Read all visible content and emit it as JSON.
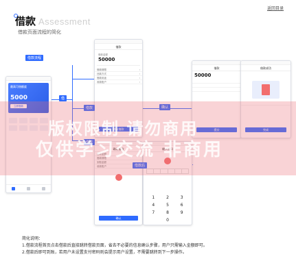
{
  "header": {
    "title_cn": "借款",
    "title_en": "Assessment",
    "subtitle": "借款页面流程的简化",
    "corner_link": "返回目录"
  },
  "home": {
    "banner_title": "最高可借额度",
    "amount": "5000",
    "cta": "立即借款"
  },
  "amount_page": {
    "nav": "借款",
    "label": "借款金额",
    "amount": "50000",
    "rows": [
      "借款期限",
      "还款方式",
      "借款用途",
      "收款账户"
    ],
    "button": "确认借款"
  },
  "confirm_page": {
    "nav": "确认借款",
    "rows": [
      "借款金额",
      "借款期限",
      "到账金额",
      "收款账户"
    ],
    "button": "确认"
  },
  "password_page": {
    "nav": "输入密码",
    "keys": [
      "1",
      "2",
      "3",
      "4",
      "5",
      "6",
      "7",
      "8",
      "9",
      "",
      "0",
      ""
    ]
  },
  "result_page": {
    "nav": "借款",
    "amount": "50000",
    "button": "提交"
  },
  "success_page": {
    "nav": "借款成功",
    "button": "完成"
  },
  "flow_tags": {
    "tag1": "借款流程",
    "tag2": "借",
    "tag3": "借款",
    "tag4": "确认",
    "tag5": "借款",
    "tag6": "提交",
    "tag7": "借款后"
  },
  "watermark": {
    "line1": "版权限制 请勿商用",
    "line2": "仅供学习交流 非商用"
  },
  "notes": {
    "heading": "简化说明：",
    "line1": "1.借款流程首页点击借款后直接跳转借款页面，省去不必要的信息确认步骤，用户只需输入金额即可。",
    "line2": "2.借款后即可到账，若用户未设置支付密码则会提示用户设置，不需要跳转到下一步操作。"
  },
  "colors": {
    "accent": "#2f6bff",
    "watermark": "#ec6e78"
  }
}
